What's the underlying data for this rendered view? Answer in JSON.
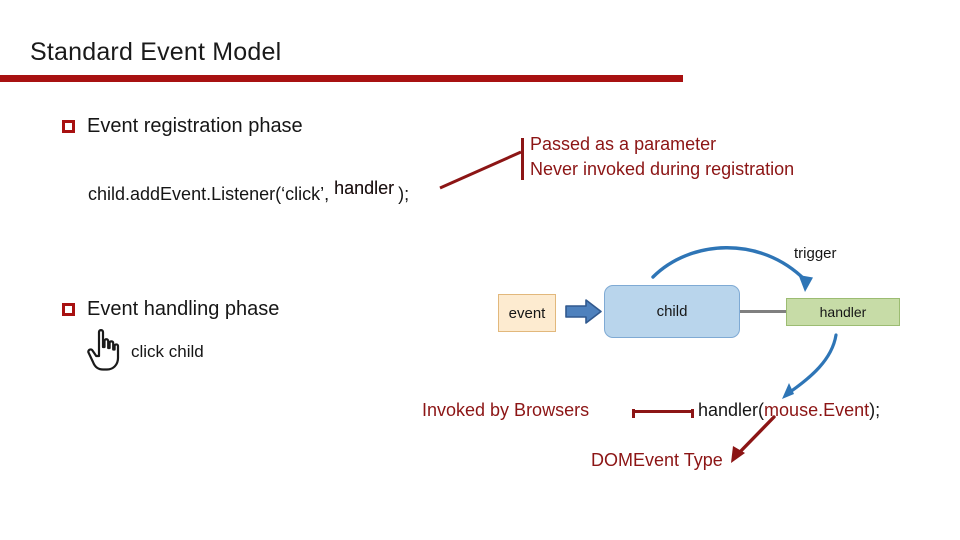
{
  "slide": {
    "title": "Standard Event Model",
    "rule_color": "#A81111"
  },
  "bullets": [
    {
      "label": "Event registration phase",
      "marker": "hollow-square"
    },
    {
      "label": "Event handling phase",
      "marker": "hollow-square"
    }
  ],
  "code": {
    "prefix": "child.addEvent.Listener(‘click’, ",
    "handler_black": "handler",
    "handler_red": "handler",
    "suffix": ");"
  },
  "callout_registration": {
    "line1": "Passed as a parameter",
    "line2": "Never invoked during registration",
    "color": "#8C1515"
  },
  "handling": {
    "cursor_icon": "pointing-hand-cursor-icon",
    "click_label": "click child"
  },
  "diagram": {
    "event_box": {
      "label": "event",
      "fill": "#FDEBD0",
      "stroke": "#E2B87C"
    },
    "child_box": {
      "label": "child",
      "fill": "#B9D5EC",
      "stroke": "#7FAAD4"
    },
    "handler_box": {
      "label": "handler",
      "fill": "#C7DCA7",
      "stroke": "#9CBC72"
    },
    "flow_arrow": {
      "name": "block-arrow-icon",
      "color": "#4E81BD"
    },
    "trigger_arrow_label": "trigger",
    "connector_color": "#808080",
    "curve_color": "#2E75B6"
  },
  "bottom": {
    "invoked_label": "Invoked by Browsers",
    "handler_call_prefix": "handler(",
    "handler_call_param": "mouse.Event",
    "handler_call_suffix": ");",
    "domevent_label": "DOMEvent Type",
    "accent_red": "#8C1515",
    "accent_blue": "#2E75B6"
  }
}
